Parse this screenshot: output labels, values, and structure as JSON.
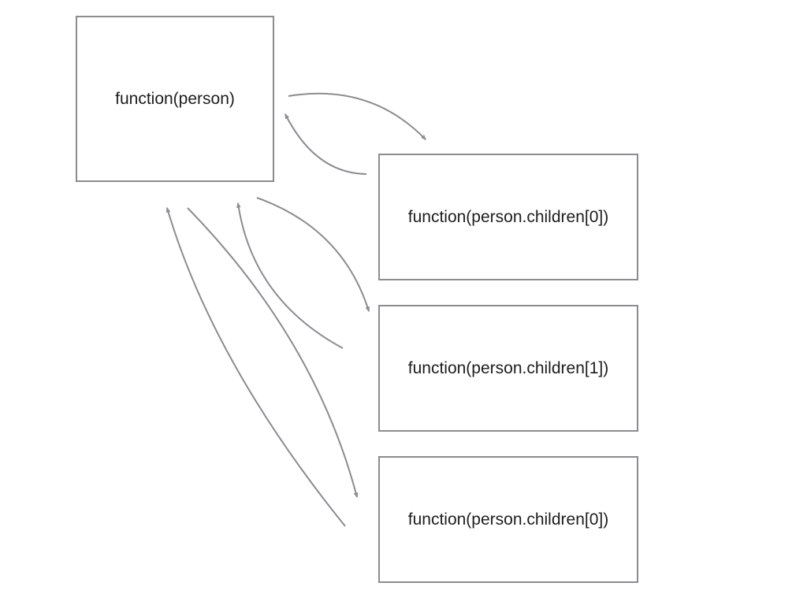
{
  "nodes": {
    "root": "function(person)",
    "child_0": "function(person.children[0])",
    "child_1": "function(person.children[1])",
    "child_2": "function(person.children[0])"
  },
  "colors": {
    "border": "#8a8c90",
    "arrow": "#8a8c90",
    "text": "#1d1d1f",
    "background": "#ffffff"
  },
  "edges": [
    {
      "from": "root",
      "to": "child_0",
      "kind": "call"
    },
    {
      "from": "child_0",
      "to": "root",
      "kind": "return"
    },
    {
      "from": "root",
      "to": "child_1",
      "kind": "call"
    },
    {
      "from": "child_1",
      "to": "root",
      "kind": "return"
    },
    {
      "from": "root",
      "to": "child_2",
      "kind": "call"
    },
    {
      "from": "child_2",
      "to": "root",
      "kind": "return"
    }
  ]
}
